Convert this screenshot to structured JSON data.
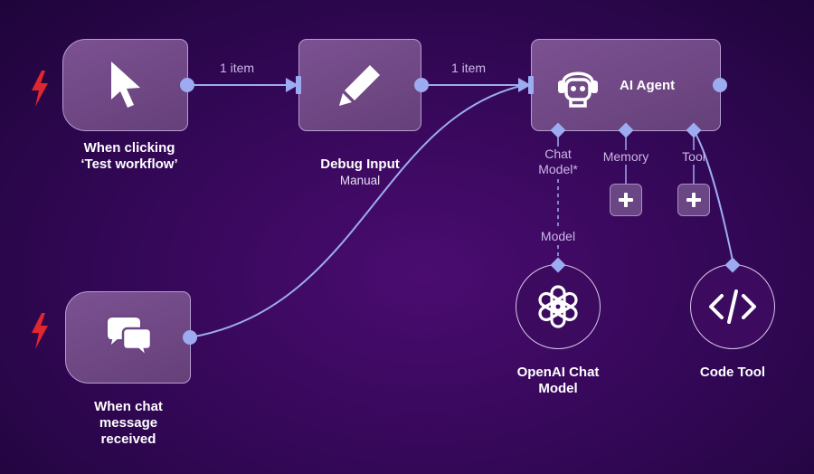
{
  "nodes": {
    "manual_trigger": {
      "title": "When clicking\n‘Test workflow’"
    },
    "debug_input": {
      "title": "Debug Input",
      "subtitle": "Manual"
    },
    "ai_agent": {
      "title": "AI Agent"
    },
    "chat_trigger": {
      "title": "When chat\nmessage\nreceived"
    },
    "openai_chat_model": {
      "title": "OpenAI Chat\nModel"
    },
    "code_tool": {
      "title": "Code Tool"
    }
  },
  "connections": {
    "trigger_to_debug": "1 item",
    "debug_to_agent": "1 item"
  },
  "agent_ports": {
    "chat_model": "Chat\nModel*",
    "memory": "Memory",
    "tool": "Tool"
  },
  "model_port": "Model",
  "colors": {
    "background": "#310754",
    "node_fill": "#6e4684",
    "connector": "#9dabf0",
    "trigger_bolt": "#e0262e"
  },
  "icons": {
    "manual_trigger": "cursor-arrow-icon",
    "debug_input": "pencil-icon",
    "ai_agent": "robot-icon",
    "chat_trigger": "chat-bubbles-icon",
    "openai_chat_model": "openai-logo-icon",
    "code_tool": "code-brackets-icon",
    "trigger_marker": "lightning-bolt-icon",
    "add": "plus-icon"
  }
}
